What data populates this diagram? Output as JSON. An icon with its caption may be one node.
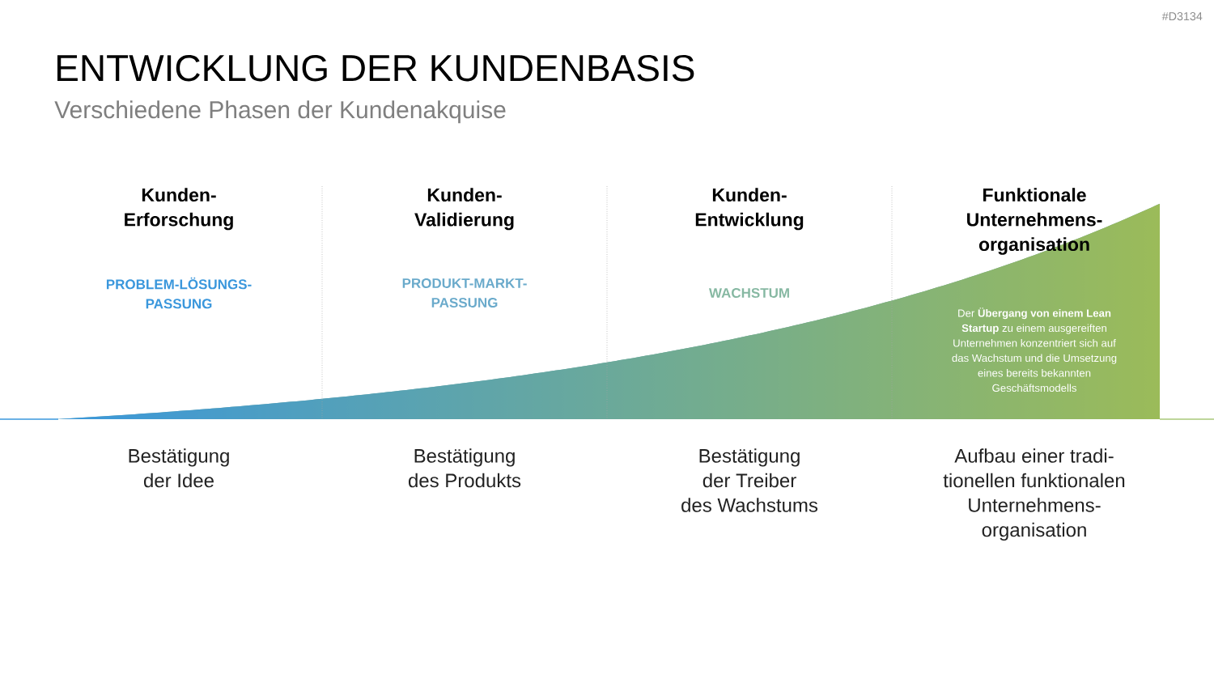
{
  "diagram": {
    "title": "ENTWICKLUNG DER KUNDENBASIS",
    "nodes": [
      {
        "text": [
          "Der **Übergang von einem Lean Startup** zu einem ausgereiften Unternehmen konzentriert sich auf das Wachstum und die Umsetzung eines bereits bekannten Geschäftsmodells"
        ]
      }
    ],
    "labels": [
      "#D3134",
      "Verschiedene Phasen der Kundenakquise",
      "Kunden- Erforschung",
      "Kunden- Validierung",
      "Kunden- Entwicklung",
      "Funktionale Unternehmens- organisation",
      "PROBLEM-LÖSUNGS- PASSUNG",
      "PRODUKT-MARKT- PASSUNG",
      "WACHSTUM",
      "Bestätigung der Idee",
      "Bestätigung des Produkts",
      "Bestätigung der Treiber des Wachstums",
      "Aufbau einer tradi- tionellen funktionalen Unternehmens- organisation"
    ]
  }
}
